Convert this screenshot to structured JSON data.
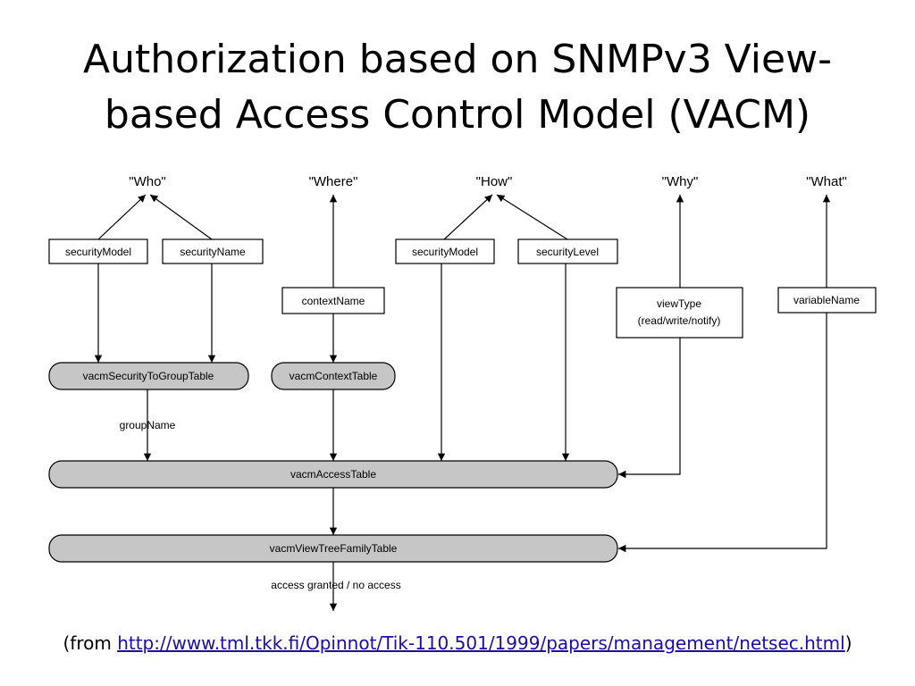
{
  "slide": {
    "title_line1": "Authorization based on SNMPv3 View-",
    "title_line2": "based Access Control Model (VACM)"
  },
  "diagram": {
    "questions": {
      "who": "\"Who\"",
      "where": "\"Where\"",
      "how": "\"How\"",
      "why": "\"Why\"",
      "what": "\"What\""
    },
    "boxes": {
      "security_model_1": "securityModel",
      "security_name": "securityName",
      "context_name": "contextName",
      "security_model_2": "securityModel",
      "security_level": "securityLevel",
      "view_type_line1": "viewType",
      "view_type_line2": "(read/write/notify)",
      "variable_name": "variableName"
    },
    "tables": {
      "security_to_group": "vacmSecurityToGroupTable",
      "context": "vacmContextTable",
      "access": "vacmAccessTable",
      "view_tree_family": "vacmViewTreeFamilyTable"
    },
    "edge_labels": {
      "group_name": "groupName",
      "result": "access granted / no access"
    }
  },
  "caption": {
    "prefix": "(from ",
    "link": "http://www.tml.tkk.fi/Opinnot/Tik-110.501/1999/papers/management/netsec.html",
    "suffix": ")"
  }
}
